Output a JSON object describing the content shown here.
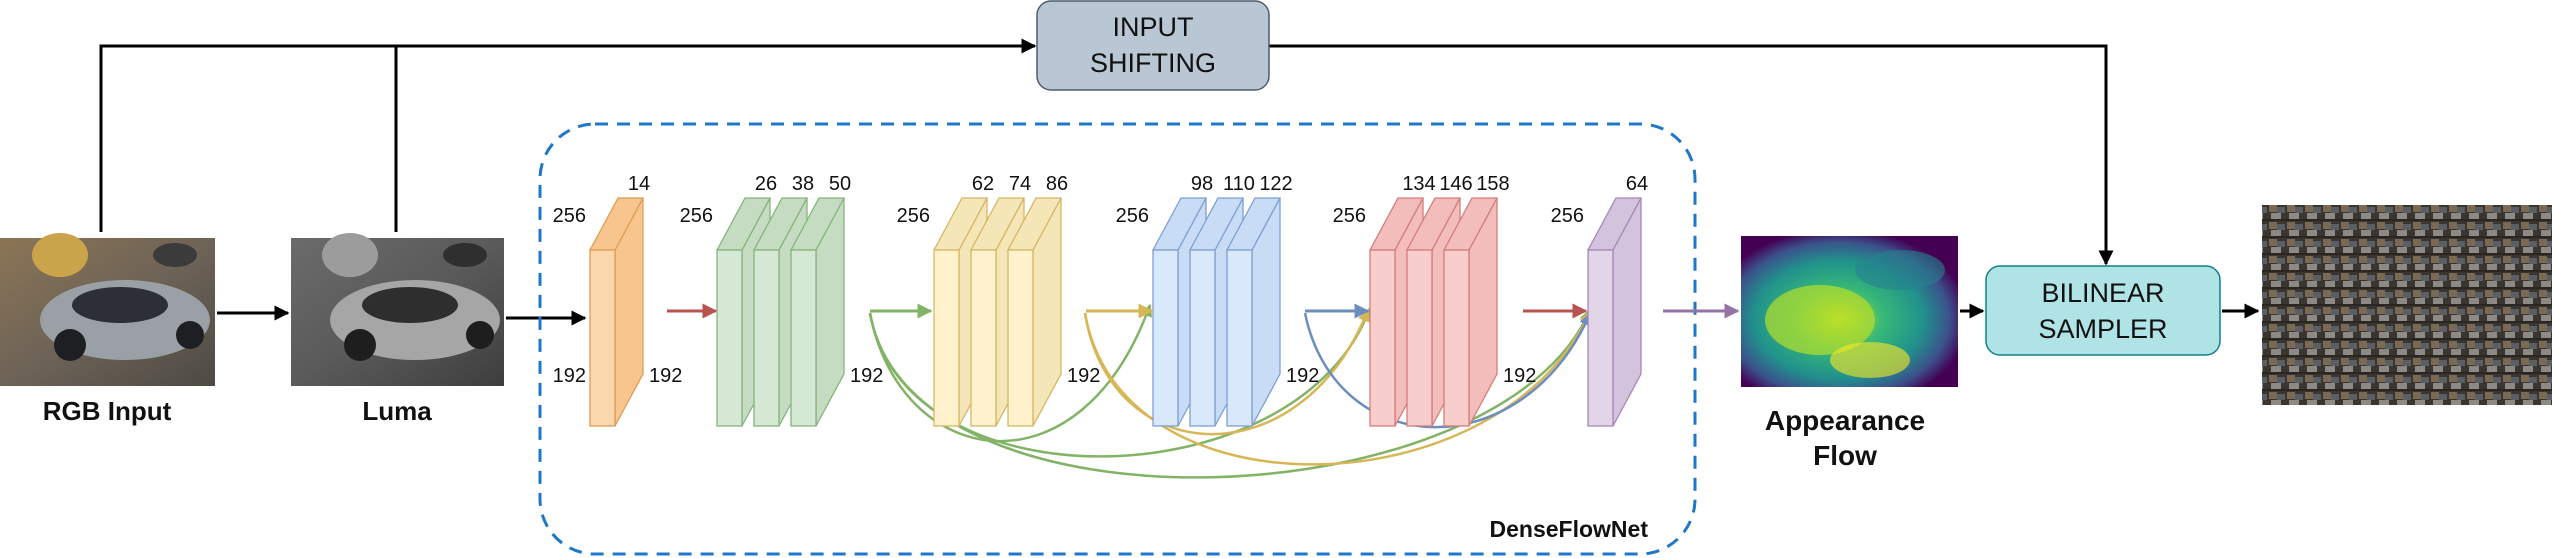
{
  "labels": {
    "rgb_input": "RGB Input",
    "luma": "Luma",
    "appearance_flow_line1": "Appearance",
    "appearance_flow_line2": "Flow",
    "input_shifting_line1": "INPUT",
    "input_shifting_line2": "SHIFTING",
    "bilinear_sampler_line1": "BILINEAR",
    "bilinear_sampler_line2": "SAMPLER",
    "denseflownet": "DenseFlowNet"
  },
  "blocks": [
    {
      "name": "block-1",
      "height_label": "256",
      "width_label": "192",
      "channels": [
        "14"
      ],
      "face": "#fad7ac",
      "side": "#f7c58d",
      "stroke": "#dd9d56"
    },
    {
      "name": "block-2",
      "height_label": "256",
      "width_label": "192",
      "channels": [
        "26",
        "38",
        "50"
      ],
      "face": "#d5e8d4",
      "side": "#c5dcc3",
      "stroke": "#86b37d"
    },
    {
      "name": "block-3",
      "height_label": "256",
      "width_label": "192",
      "channels": [
        "62",
        "74",
        "86"
      ],
      "face": "#fff2cc",
      "side": "#f5e6b8",
      "stroke": "#d4b664"
    },
    {
      "name": "block-4",
      "height_label": "256",
      "width_label": "192",
      "channels": [
        "98",
        "110",
        "122"
      ],
      "face": "#dae8fc",
      "side": "#c9dcf6",
      "stroke": "#7f9fd0"
    },
    {
      "name": "block-5",
      "height_label": "256",
      "width_label": "192",
      "channels": [
        "134",
        "146",
        "158"
      ],
      "face": "#f8cecc",
      "side": "#f2bdbb",
      "stroke": "#d27d7b"
    },
    {
      "name": "block-6",
      "height_label": "256",
      "width_label": "192",
      "channels": [
        "64"
      ],
      "face": "#e1d5e7",
      "side": "#d3c3dd",
      "stroke": "#a488b8"
    }
  ],
  "colors": {
    "arrow_dark": "#000000",
    "arrow_red": "#b85450",
    "arrow_green": "#82b366",
    "arrow_yellow": "#d6b656",
    "arrow_blue": "#6c8ebf",
    "arrow_purple": "#9673a6",
    "dashed_box": "#1f77c9",
    "input_shifting_fill": "#b8c7d3",
    "bilinear_fill": "#b0e3e6"
  }
}
